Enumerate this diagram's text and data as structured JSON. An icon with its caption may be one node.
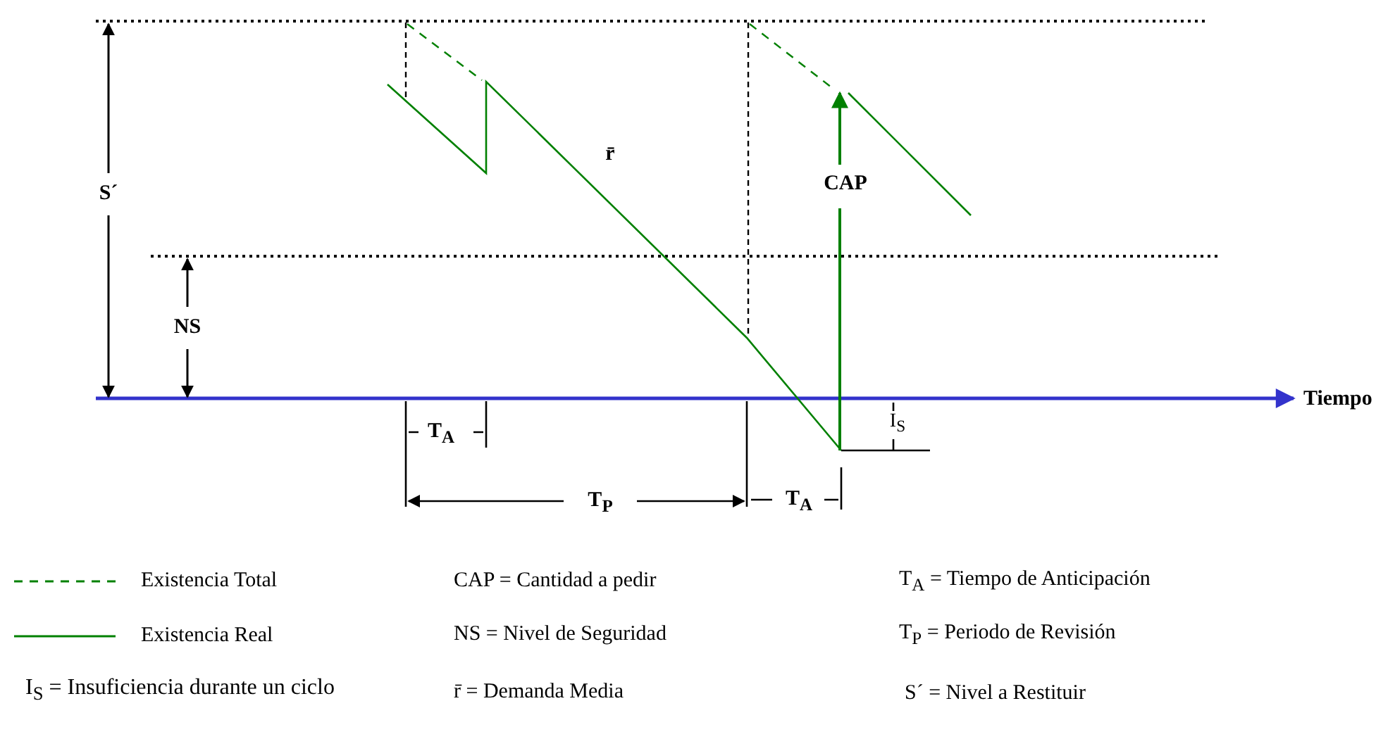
{
  "diagram": {
    "labels": [
      "S´",
      "r̄",
      "CAP",
      "NS",
      "Tiempo",
      "T$_{A}$",
      "I$_{S}$",
      "T$_{P}$",
      "T$_{A}$",
      "CAP = Cantidad a pedir",
      "T$_{A}$ = Tiempo de Anticipación",
      "NS = Nivel de Seguridad",
      "T$_{P}$ = Periodo de Revisión",
      "I$_{S}$ = Insuficiencia durante un ciclo",
      "r̄ = Demanda Media",
      "S´ = Nivel a Restituir"
    ],
    "legend": [
      {
        "text": "Existencia Total"
      },
      {
        "text": "Existencia Real"
      }
    ]
  }
}
